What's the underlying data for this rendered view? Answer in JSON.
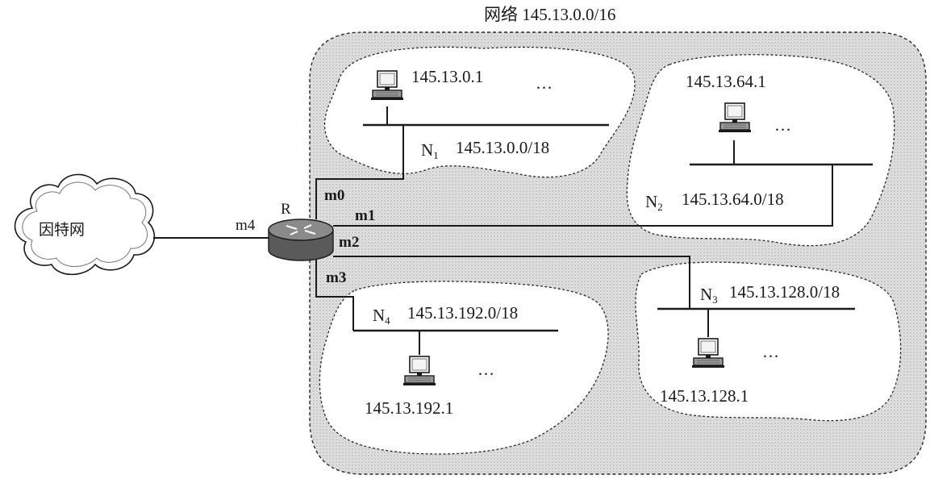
{
  "outer_network": {
    "label": "网络 145.13.0.0/16"
  },
  "internet": {
    "label": "因特网"
  },
  "router": {
    "label": "R"
  },
  "interfaces": {
    "m0": "m0",
    "m1": "m1",
    "m2": "m2",
    "m3": "m3",
    "m4": "m4"
  },
  "subnets": {
    "n1": {
      "letter": "N",
      "index": "1",
      "prefix": "145.13.0.0/18",
      "host": "145.13.0.1",
      "more": "…"
    },
    "n2": {
      "letter": "N",
      "index": "2",
      "prefix": "145.13.64.0/18",
      "host": "145.13.64.1",
      "more": "…"
    },
    "n3": {
      "letter": "N",
      "index": "3",
      "prefix": "145.13.128.0/18",
      "host": "145.13.128.1",
      "more": "…"
    },
    "n4": {
      "letter": "N",
      "index": "4",
      "prefix": "145.13.192.0/18",
      "host": "145.13.192.1",
      "more": "…"
    }
  },
  "colors": {
    "ink": "#1a1a1a",
    "shade": "#d9d9d9",
    "router_body": "#6e6e6e"
  },
  "icons": [
    "cloud-icon",
    "router-icon",
    "computer-icon"
  ]
}
